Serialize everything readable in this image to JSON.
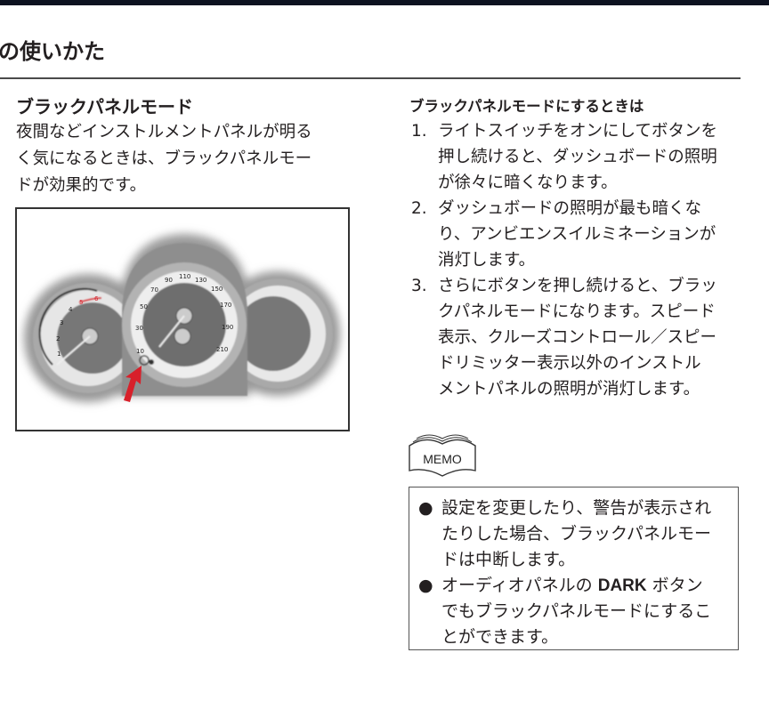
{
  "page": {
    "title": "の使いかた"
  },
  "left": {
    "heading": "ブラックパネルモード",
    "body_lines": [
      "夜間などインストルメントパネルが明る",
      "く気になるときは、ブラックパネルモー",
      "ドが効果的です。"
    ],
    "figure": {
      "tachometer_labels": [
        "1",
        "2",
        "3",
        "4",
        "5",
        "6"
      ],
      "speedometer_labels": [
        "10",
        "30",
        "50",
        "70",
        "90",
        "110",
        "130",
        "150",
        "170",
        "190",
        "210"
      ],
      "arrow_color": "#d8202a"
    }
  },
  "right": {
    "heading": "ブラックパネルモードにするときは",
    "steps": [
      {
        "number": "1.",
        "lines": [
          "ライトスイッチをオンにしてボタンを",
          "押し続けると、ダッシュボードの照明",
          "が徐々に暗くなります。"
        ]
      },
      {
        "number": "2.",
        "lines": [
          "ダッシュボードの照明が最も暗くな",
          "り、アンビエンスイルミネーションが",
          "消灯します。"
        ]
      },
      {
        "number": "3.",
        "lines": [
          "さらにボタンを押し続けると、ブラッ",
          "クパネルモードになります。スピード",
          "表示、クルーズコントロール／スピー",
          "ドリミッター表示以外のインストル",
          "メントパネルの照明が消灯します。"
        ]
      }
    ]
  },
  "memo": {
    "icon_label": "MEMO",
    "items": [
      {
        "bullet": "●",
        "lines": [
          "設定を変更したり、警告が表示され",
          "たりした場合、ブラックパネルモー",
          "ドは中断します。"
        ]
      },
      {
        "bullet": "●",
        "line1_pre": "オーディオパネルの ",
        "line1_bold": "DARK",
        "line1_post": " ボタン",
        "lines": [
          "でもブラックパネルモードにするこ",
          "とができます。"
        ]
      }
    ]
  }
}
